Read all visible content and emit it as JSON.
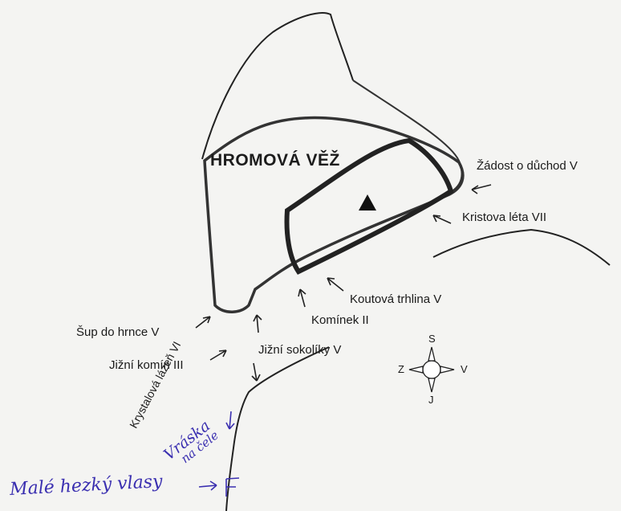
{
  "title": "HROMOVÁ VĚŽ",
  "routes": {
    "zadost": "Žádost o důchod V",
    "kristova": "Kristova léta VII",
    "koutova": "Koutová trhlina V",
    "kominek": "Komínek II",
    "sup": "Šup do hrnce V",
    "jizni_sokoliky": "Jižní sokolíky V",
    "jizni_komin": "Jižní komín III",
    "krystalova": "Krystalová lázeň VI"
  },
  "compass": {
    "north": "S",
    "south": "J",
    "west": "Z",
    "east": "V"
  },
  "handwritten": {
    "vraska_line1": "Vráska",
    "vraska_line2": "na čele",
    "male_vlasy": "Malé hezký vlasy"
  },
  "colors": {
    "ink": "#1a1a1a",
    "pen": "#3a2fb0",
    "paper": "#f4f4f2"
  }
}
